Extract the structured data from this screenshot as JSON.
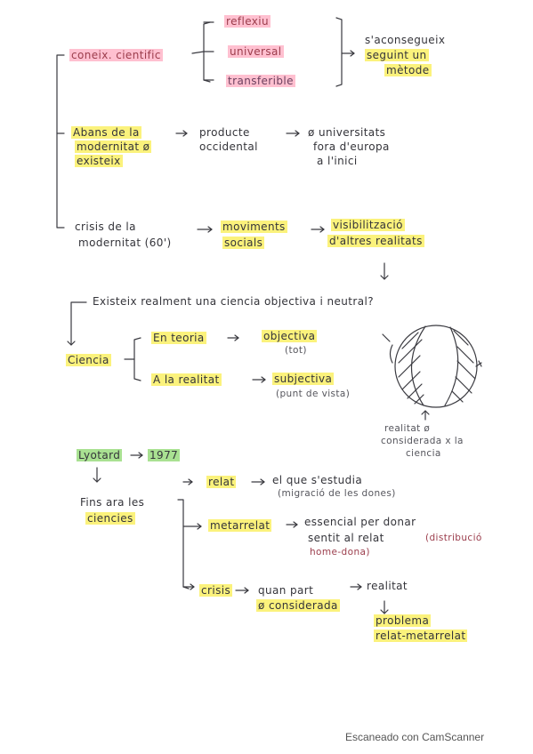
{
  "section1": {
    "head": "coneix. cientific",
    "items": [
      "reflexiu",
      "universal",
      "transferible"
    ],
    "result": [
      "s'aconsegueix",
      "seguint un",
      "mètode"
    ]
  },
  "section2": {
    "head": [
      "Abans de la",
      "modernitat ø",
      "existeix"
    ],
    "middle": [
      "producte",
      "occidental"
    ],
    "right": [
      "ø universitats",
      "fora d'europa",
      "a l'inici"
    ]
  },
  "section3": {
    "head": [
      "crisis de la",
      "modernitat (60')"
    ],
    "middle": [
      "moviments",
      "socials"
    ],
    "right": [
      "visibilització",
      "d'altres realitats"
    ]
  },
  "question": "Existeix realment una ciencia objectiva i neutral?",
  "ciencia": {
    "label": "Ciencia",
    "teoria": "En teoria",
    "teoria_result": "objectiva",
    "teoria_note": "(tot)",
    "realitat": "A la realitat",
    "realitat_result": "subjectiva",
    "realitat_note": "(punt de vista)",
    "diagram_caption": [
      "realitat ø",
      "considerada x la",
      "ciencia"
    ]
  },
  "lyotard": {
    "name": "Lyotard",
    "year": "1977",
    "intro": [
      "Fins ara les",
      "ciencies"
    ],
    "relat": "relat",
    "relat_text": "el que s'estudia",
    "relat_note": "(migració de les dones)",
    "metarrelat": "metarrelat",
    "metarrelat_text": [
      "essencial per donar",
      "sentit al relat"
    ],
    "metarrelat_note": [
      "(distribució",
      "home-dona)"
    ],
    "crisis": "crisis",
    "crisis_text": [
      "quan part",
      "ø considerada"
    ],
    "crisis_result": "realitat",
    "problem": [
      "problema",
      "relat-metarrelat"
    ]
  },
  "footer": "Escaneado con CamScanner"
}
